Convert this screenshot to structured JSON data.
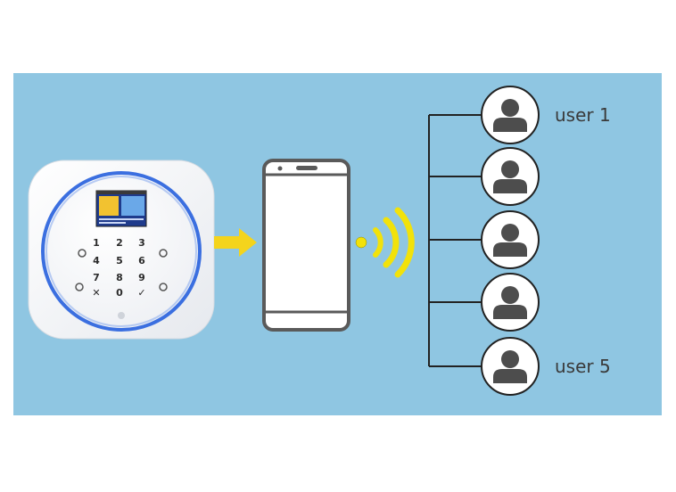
{
  "colors": {
    "background": "#8fc6e2",
    "accent_arrow": "#f4d41c",
    "signal": "#f2e20a",
    "avatar": "#4d4d4d",
    "device_ring": "#3b6fe0",
    "phone_outline": "#5a5a5a"
  },
  "alarm_panel": {
    "keys": [
      "1",
      "2",
      "3",
      "4",
      "5",
      "6",
      "7",
      "8",
      "9",
      "✕",
      "0",
      "✓"
    ]
  },
  "users": [
    {
      "label": "user 1"
    },
    {
      "label": ""
    },
    {
      "label": ""
    },
    {
      "label": ""
    },
    {
      "label": "user 5"
    }
  ]
}
